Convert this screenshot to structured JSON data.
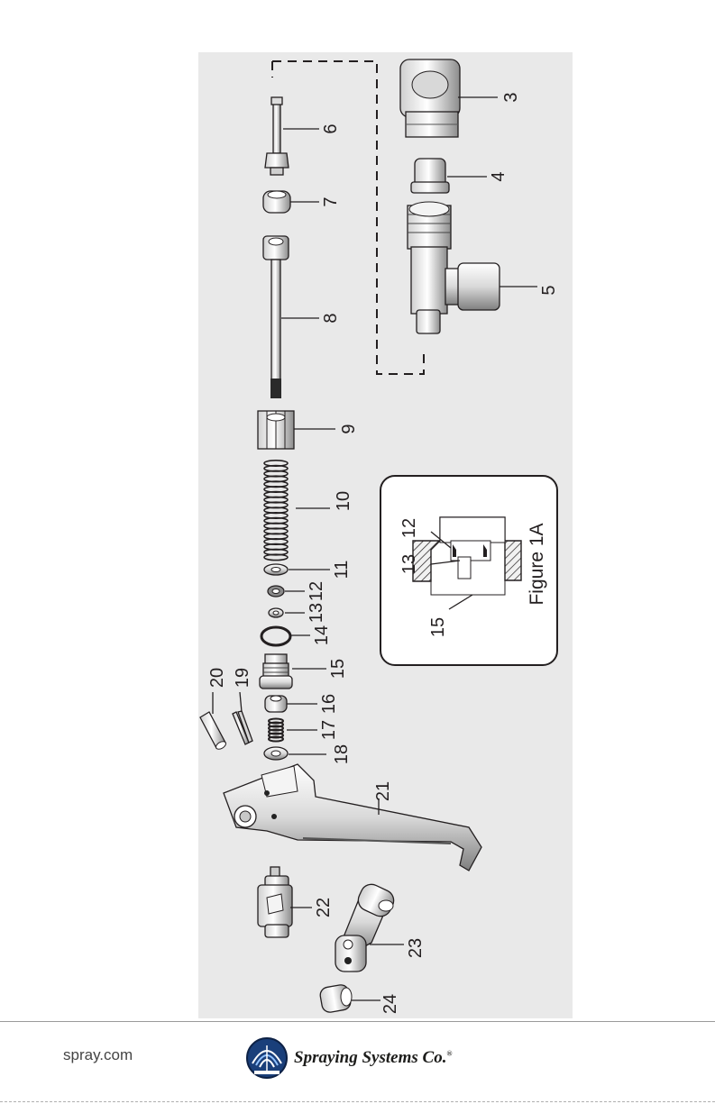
{
  "figure": {
    "part_labels": [
      {
        "num": "3"
      },
      {
        "num": "4"
      },
      {
        "num": "5"
      },
      {
        "num": "6"
      },
      {
        "num": "7"
      },
      {
        "num": "8"
      },
      {
        "num": "9"
      },
      {
        "num": "10"
      },
      {
        "num": "11"
      },
      {
        "num": "12"
      },
      {
        "num": "13"
      },
      {
        "num": "14"
      },
      {
        "num": "15"
      },
      {
        "num": "16"
      },
      {
        "num": "17"
      },
      {
        "num": "18"
      },
      {
        "num": "19"
      },
      {
        "num": "20"
      },
      {
        "num": "21"
      },
      {
        "num": "22"
      },
      {
        "num": "23"
      },
      {
        "num": "24"
      }
    ],
    "inset": {
      "caption": "Figure 1A",
      "labels": [
        "12",
        "13",
        "15"
      ]
    }
  },
  "footer": {
    "website": "spray.com",
    "company": "Spraying Systems Co.",
    "registered": "®"
  }
}
